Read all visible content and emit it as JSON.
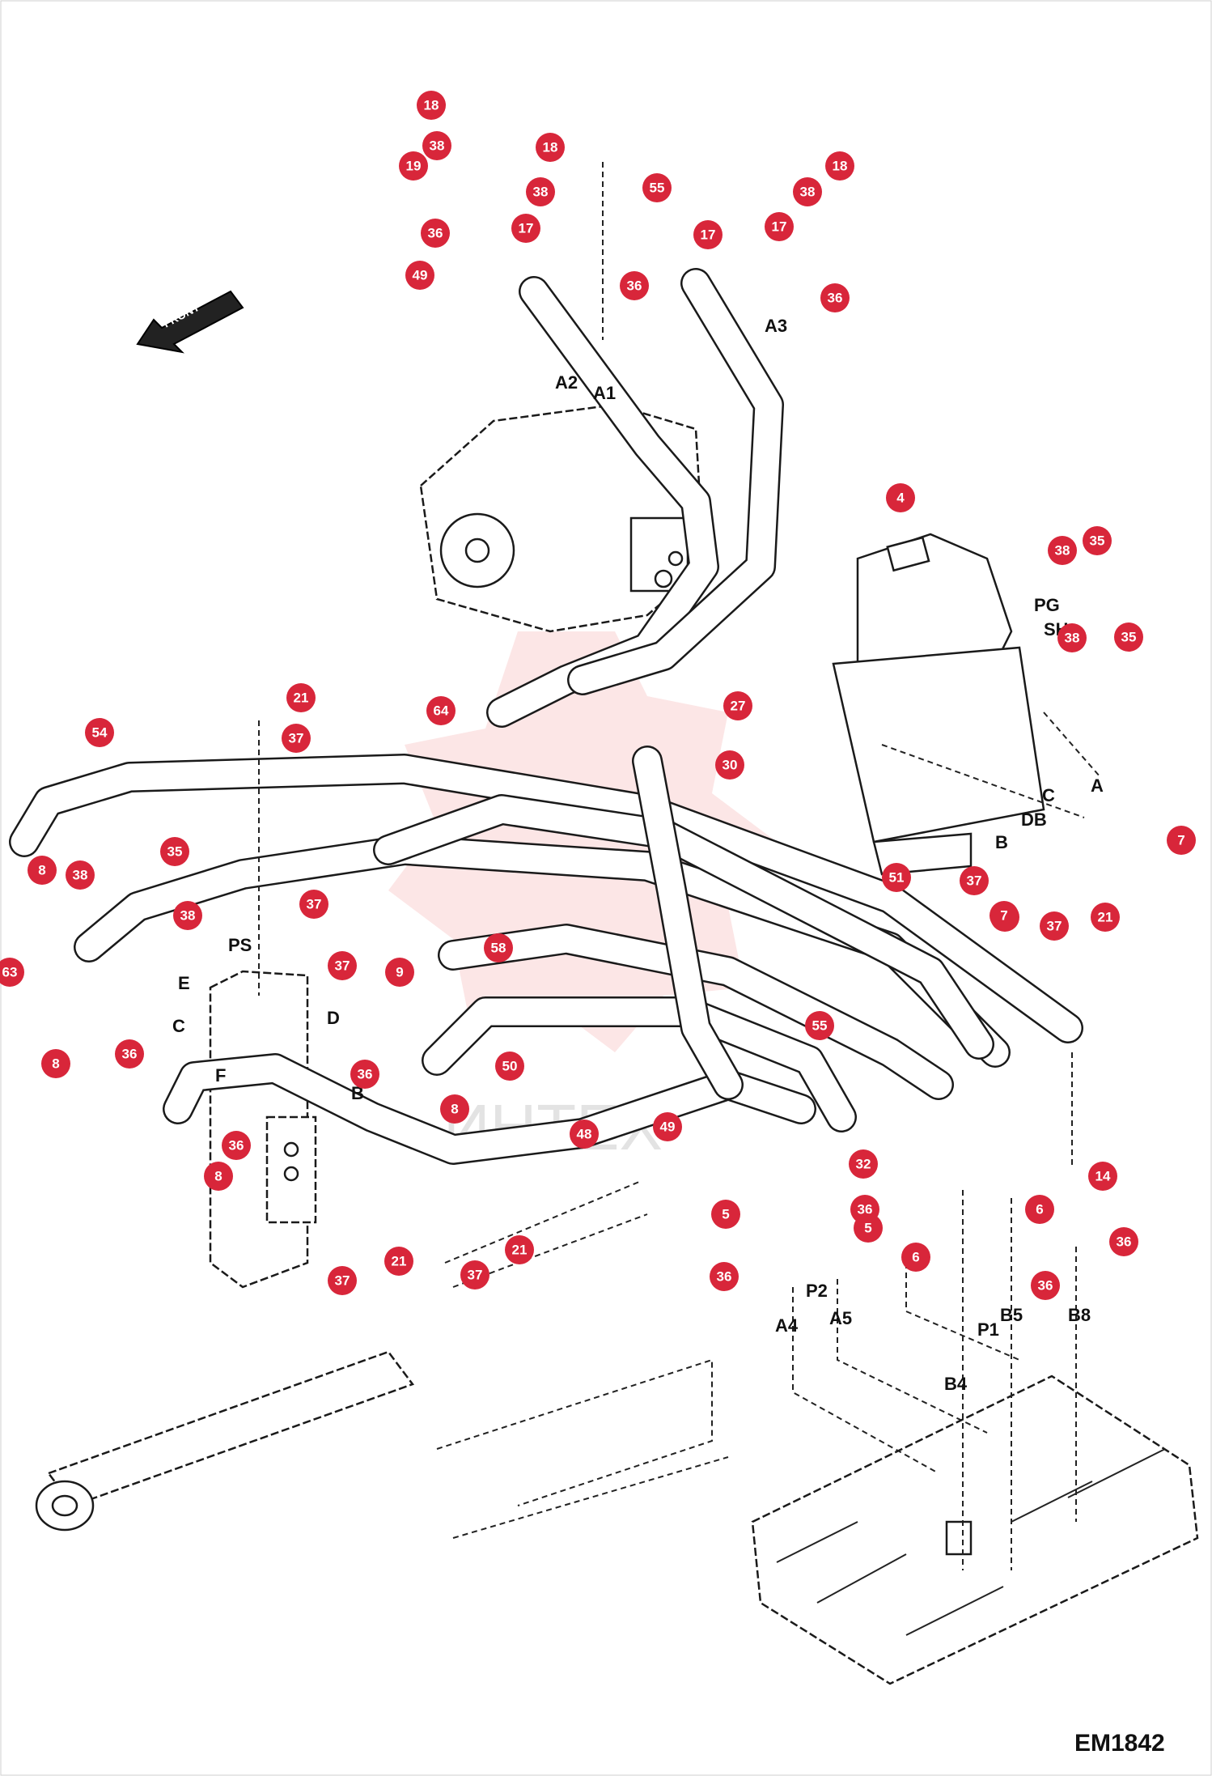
{
  "diagram": {
    "code": "EM1842",
    "front_label": "FRONT",
    "watermark": "ИНТЕХ",
    "port_labels": [
      "A1",
      "A2",
      "A3",
      "A4",
      "A5",
      "P1",
      "P2",
      "B4",
      "B5",
      "B8",
      "PS",
      "PG",
      "SH",
      "C",
      "DB",
      "A",
      "B",
      "E",
      "C",
      "D",
      "B",
      "F"
    ],
    "callouts": [
      {
        "n": "18",
        "tag": "18"
      },
      {
        "n": "38",
        "tag": "38"
      },
      {
        "n": "19",
        "tag": "19"
      },
      {
        "n": "36",
        "tag": "36"
      },
      {
        "n": "49",
        "tag": "49"
      },
      {
        "n": "18",
        "tag": "18"
      },
      {
        "n": "38",
        "tag": "38"
      },
      {
        "n": "17",
        "tag": "17"
      },
      {
        "n": "55",
        "tag": "55"
      },
      {
        "n": "36",
        "tag": "36"
      },
      {
        "n": "18",
        "tag": "18"
      },
      {
        "n": "38",
        "tag": "38"
      },
      {
        "n": "17",
        "tag": "17"
      },
      {
        "n": "36",
        "tag": "36"
      },
      {
        "n": "17",
        "tag": "17"
      },
      {
        "n": "4",
        "tag": "4"
      },
      {
        "n": "38",
        "tag": "38"
      },
      {
        "n": "35",
        "tag": "35"
      },
      {
        "n": "38",
        "tag": "38"
      },
      {
        "n": "35",
        "tag": "35"
      },
      {
        "n": "27",
        "tag": "27"
      },
      {
        "n": "30",
        "tag": "30"
      },
      {
        "n": "64",
        "tag": "64"
      },
      {
        "n": "51",
        "tag": "51"
      },
      {
        "n": "37",
        "tag": "37"
      },
      {
        "n": "7",
        "tag": "7"
      },
      {
        "n": "37",
        "tag": "37"
      },
      {
        "n": "7",
        "tag": "7"
      },
      {
        "n": "37",
        "tag": "37"
      },
      {
        "n": "21",
        "tag": "21"
      },
      {
        "n": "21",
        "tag": "21"
      },
      {
        "n": "37",
        "tag": "37"
      },
      {
        "n": "54",
        "tag": "54"
      },
      {
        "n": "35",
        "tag": "35"
      },
      {
        "n": "8",
        "tag": "8"
      },
      {
        "n": "38",
        "tag": "38"
      },
      {
        "n": "38",
        "tag": "38"
      },
      {
        "n": "37",
        "tag": "37"
      },
      {
        "n": "37",
        "tag": "37"
      },
      {
        "n": "63",
        "tag": "63"
      },
      {
        "n": "9",
        "tag": "9"
      },
      {
        "n": "58",
        "tag": "58"
      },
      {
        "n": "55",
        "tag": "55"
      },
      {
        "n": "8",
        "tag": "8"
      },
      {
        "n": "36",
        "tag": "36"
      },
      {
        "n": "36",
        "tag": "36"
      },
      {
        "n": "50",
        "tag": "50"
      },
      {
        "n": "8",
        "tag": "8"
      },
      {
        "n": "36",
        "tag": "36"
      },
      {
        "n": "48",
        "tag": "48"
      },
      {
        "n": "49",
        "tag": "49"
      },
      {
        "n": "8",
        "tag": "8"
      },
      {
        "n": "32",
        "tag": "32"
      },
      {
        "n": "14",
        "tag": "14"
      },
      {
        "n": "5",
        "tag": "5"
      },
      {
        "n": "36",
        "tag": "36"
      },
      {
        "n": "5",
        "tag": "5"
      },
      {
        "n": "6",
        "tag": "6"
      },
      {
        "n": "6",
        "tag": "6"
      },
      {
        "n": "36",
        "tag": "36"
      },
      {
        "n": "36",
        "tag": "36"
      },
      {
        "n": "36",
        "tag": "36"
      },
      {
        "n": "37",
        "tag": "37"
      },
      {
        "n": "21",
        "tag": "21"
      },
      {
        "n": "37",
        "tag": "37"
      },
      {
        "n": "21",
        "tag": "21"
      }
    ]
  }
}
